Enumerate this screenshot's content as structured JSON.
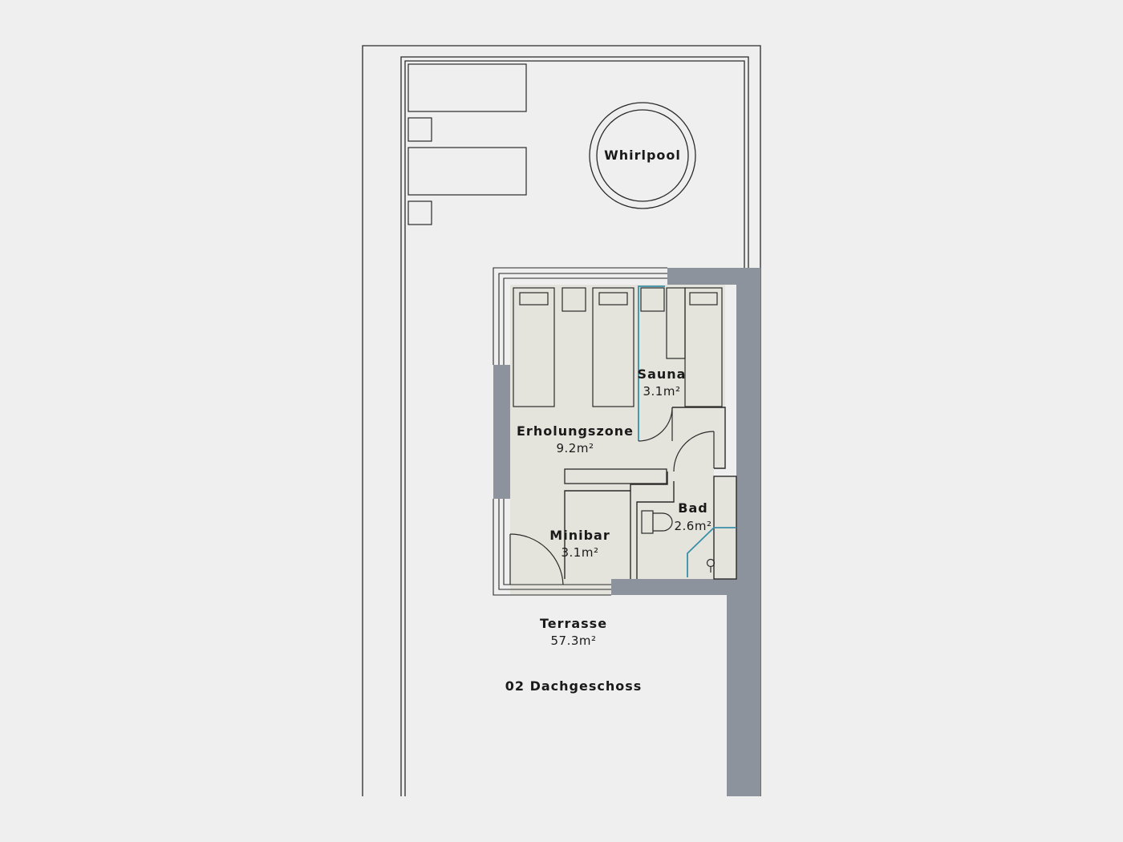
{
  "floor_title": "02 Dachgeschoss",
  "rooms": {
    "whirlpool": {
      "name": "Whirlpool"
    },
    "sauna": {
      "name": "Sauna",
      "area": "3.1m²"
    },
    "erholungszone": {
      "name": "Erholungszone",
      "area": "9.2m²"
    },
    "minibar": {
      "name": "Minibar",
      "area": "3.1m²"
    },
    "bad": {
      "name": "Bad",
      "area": "2.6m²"
    },
    "terrasse": {
      "name": "Terrasse",
      "area": "57.3m²"
    }
  },
  "colors": {
    "background": "#efefef",
    "interior_floor": "#e4e4dd",
    "wall_fill": "#8d939c",
    "line": "#2a2a2a",
    "glass_door": "#3a8fa8"
  }
}
